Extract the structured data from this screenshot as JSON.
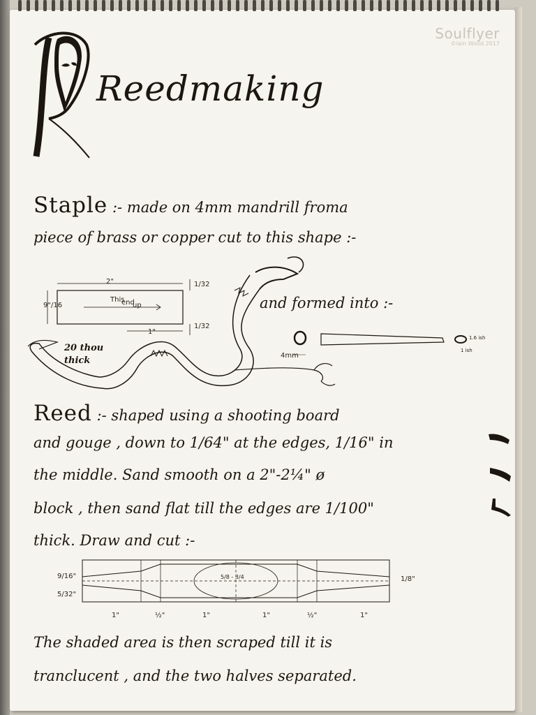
{
  "watermark": {
    "name": "Soulflyer",
    "credit": "©Iain Wood 2017"
  },
  "title": "Reedmaking",
  "staple": {
    "heading": "Staple",
    "line1": ":- made on 4mm mandrill froma",
    "line2": "piece of brass or copper cut to this shape :-",
    "formed": "and formed into :-",
    "thickness_note": [
      "20 thou",
      "thick"
    ],
    "diagram": {
      "width": "2\"",
      "height": "9\"/16",
      "edge_top": "1/32",
      "edge_bottom": "1/32",
      "inner_length": "1\"",
      "inner_text": [
        "This",
        "end",
        "up"
      ],
      "ring_label": "4mm",
      "end_note_a": "1.6 ish",
      "end_note_b": "1 ish"
    }
  },
  "reed": {
    "heading": "Reed",
    "lines": [
      ":- shaped using a shooting board",
      "and gouge , down to 1/64\" at the edges, 1/16\" in",
      "the middle. Sand smooth on a 2\"-2¼\" ø",
      "block , then sand flat till the edges are 1/100\"",
      "thick. Draw and cut :-"
    ],
    "diagram": {
      "left_top": "9/16\"",
      "left_bottom": "5/32\"",
      "right": "1/8\"",
      "center": "5/8 - 3/4",
      "segments": [
        "1\"",
        "½\"",
        "1\"",
        "1\"",
        "½\"",
        "1\""
      ]
    },
    "closing": [
      "The shaded area is then scraped till it is",
      "tranclucent , and the two halves separated."
    ]
  }
}
